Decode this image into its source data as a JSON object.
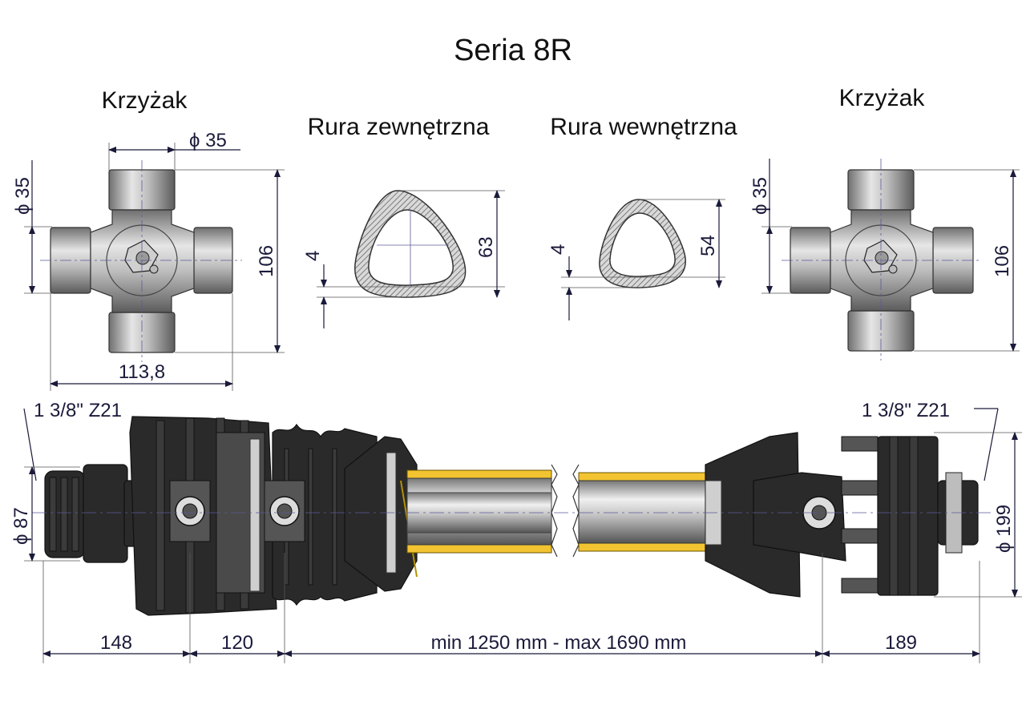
{
  "title": "Seria 8R",
  "views": {
    "cross_left": {
      "label": "Krzyżak",
      "dia": "ϕ 35",
      "dia_side": "ϕ 35",
      "length": "106",
      "width": "113,8"
    },
    "outer_tube": {
      "label": "Rura zewnętrzna",
      "wall": "4",
      "height": "63"
    },
    "inner_tube": {
      "label": "Rura wewnętrzna",
      "wall": "4",
      "height": "54"
    },
    "cross_right": {
      "label": "Krzyżak",
      "dia_side": "ϕ 35",
      "length": "106"
    }
  },
  "shaft": {
    "left_spline": "1 3/8\" Z21",
    "right_spline": "1 3/8\" Z21",
    "left_dia": "ϕ 87",
    "right_dia": "ϕ 199",
    "dim_148": "148",
    "dim_120": "120",
    "dim_length": "min 1250 mm - max 1690 mm",
    "dim_189": "189"
  }
}
